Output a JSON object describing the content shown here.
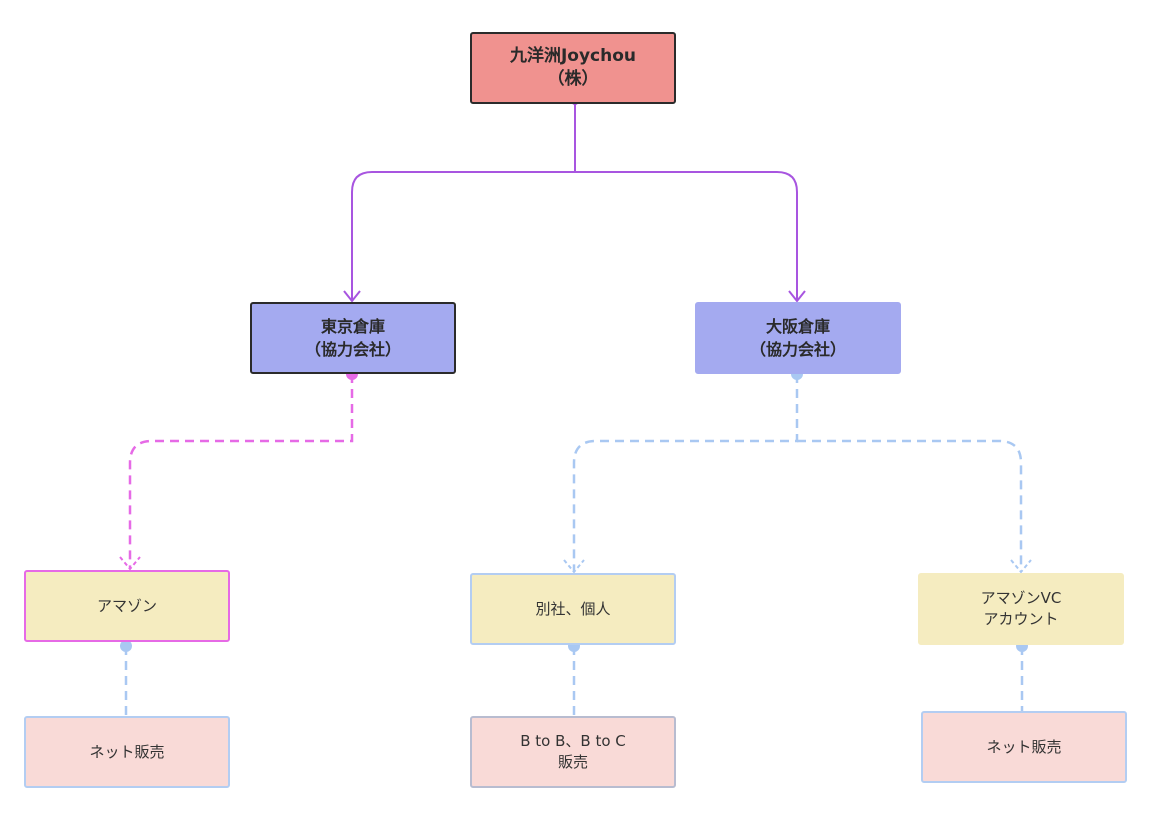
{
  "diagram": {
    "root": {
      "label": "九洋洲Joychou\n（株）"
    },
    "warehouses": [
      {
        "id": "tokyo",
        "label": "東京倉庫\n（協力会社）"
      },
      {
        "id": "osaka",
        "label": "大阪倉庫\n（協力会社）"
      }
    ],
    "channels": [
      {
        "id": "amazon",
        "label": "アマゾン",
        "parent": "tokyo"
      },
      {
        "id": "other",
        "label": "別社、個人",
        "parent": "osaka"
      },
      {
        "id": "amazonvc",
        "label": "アマゾンVC\nアカウント",
        "parent": "osaka"
      }
    ],
    "sales": [
      {
        "id": "net1",
        "label": "ネット販売",
        "parent": "amazon"
      },
      {
        "id": "b2b",
        "label": "B to B、B to C\n販売",
        "parent": "other"
      },
      {
        "id": "net2",
        "label": "ネット販売",
        "parent": "amazonvc"
      }
    ]
  },
  "colors": {
    "root_fill": "#f0928f",
    "warehouse_fill": "#a4aaf0",
    "channel_fill": "#f5ecc0",
    "sales_fill": "#f9dad7",
    "connector_purple": "#a855e0",
    "connector_pink": "#e66ae6",
    "connector_blue": "#a9c8f2"
  }
}
